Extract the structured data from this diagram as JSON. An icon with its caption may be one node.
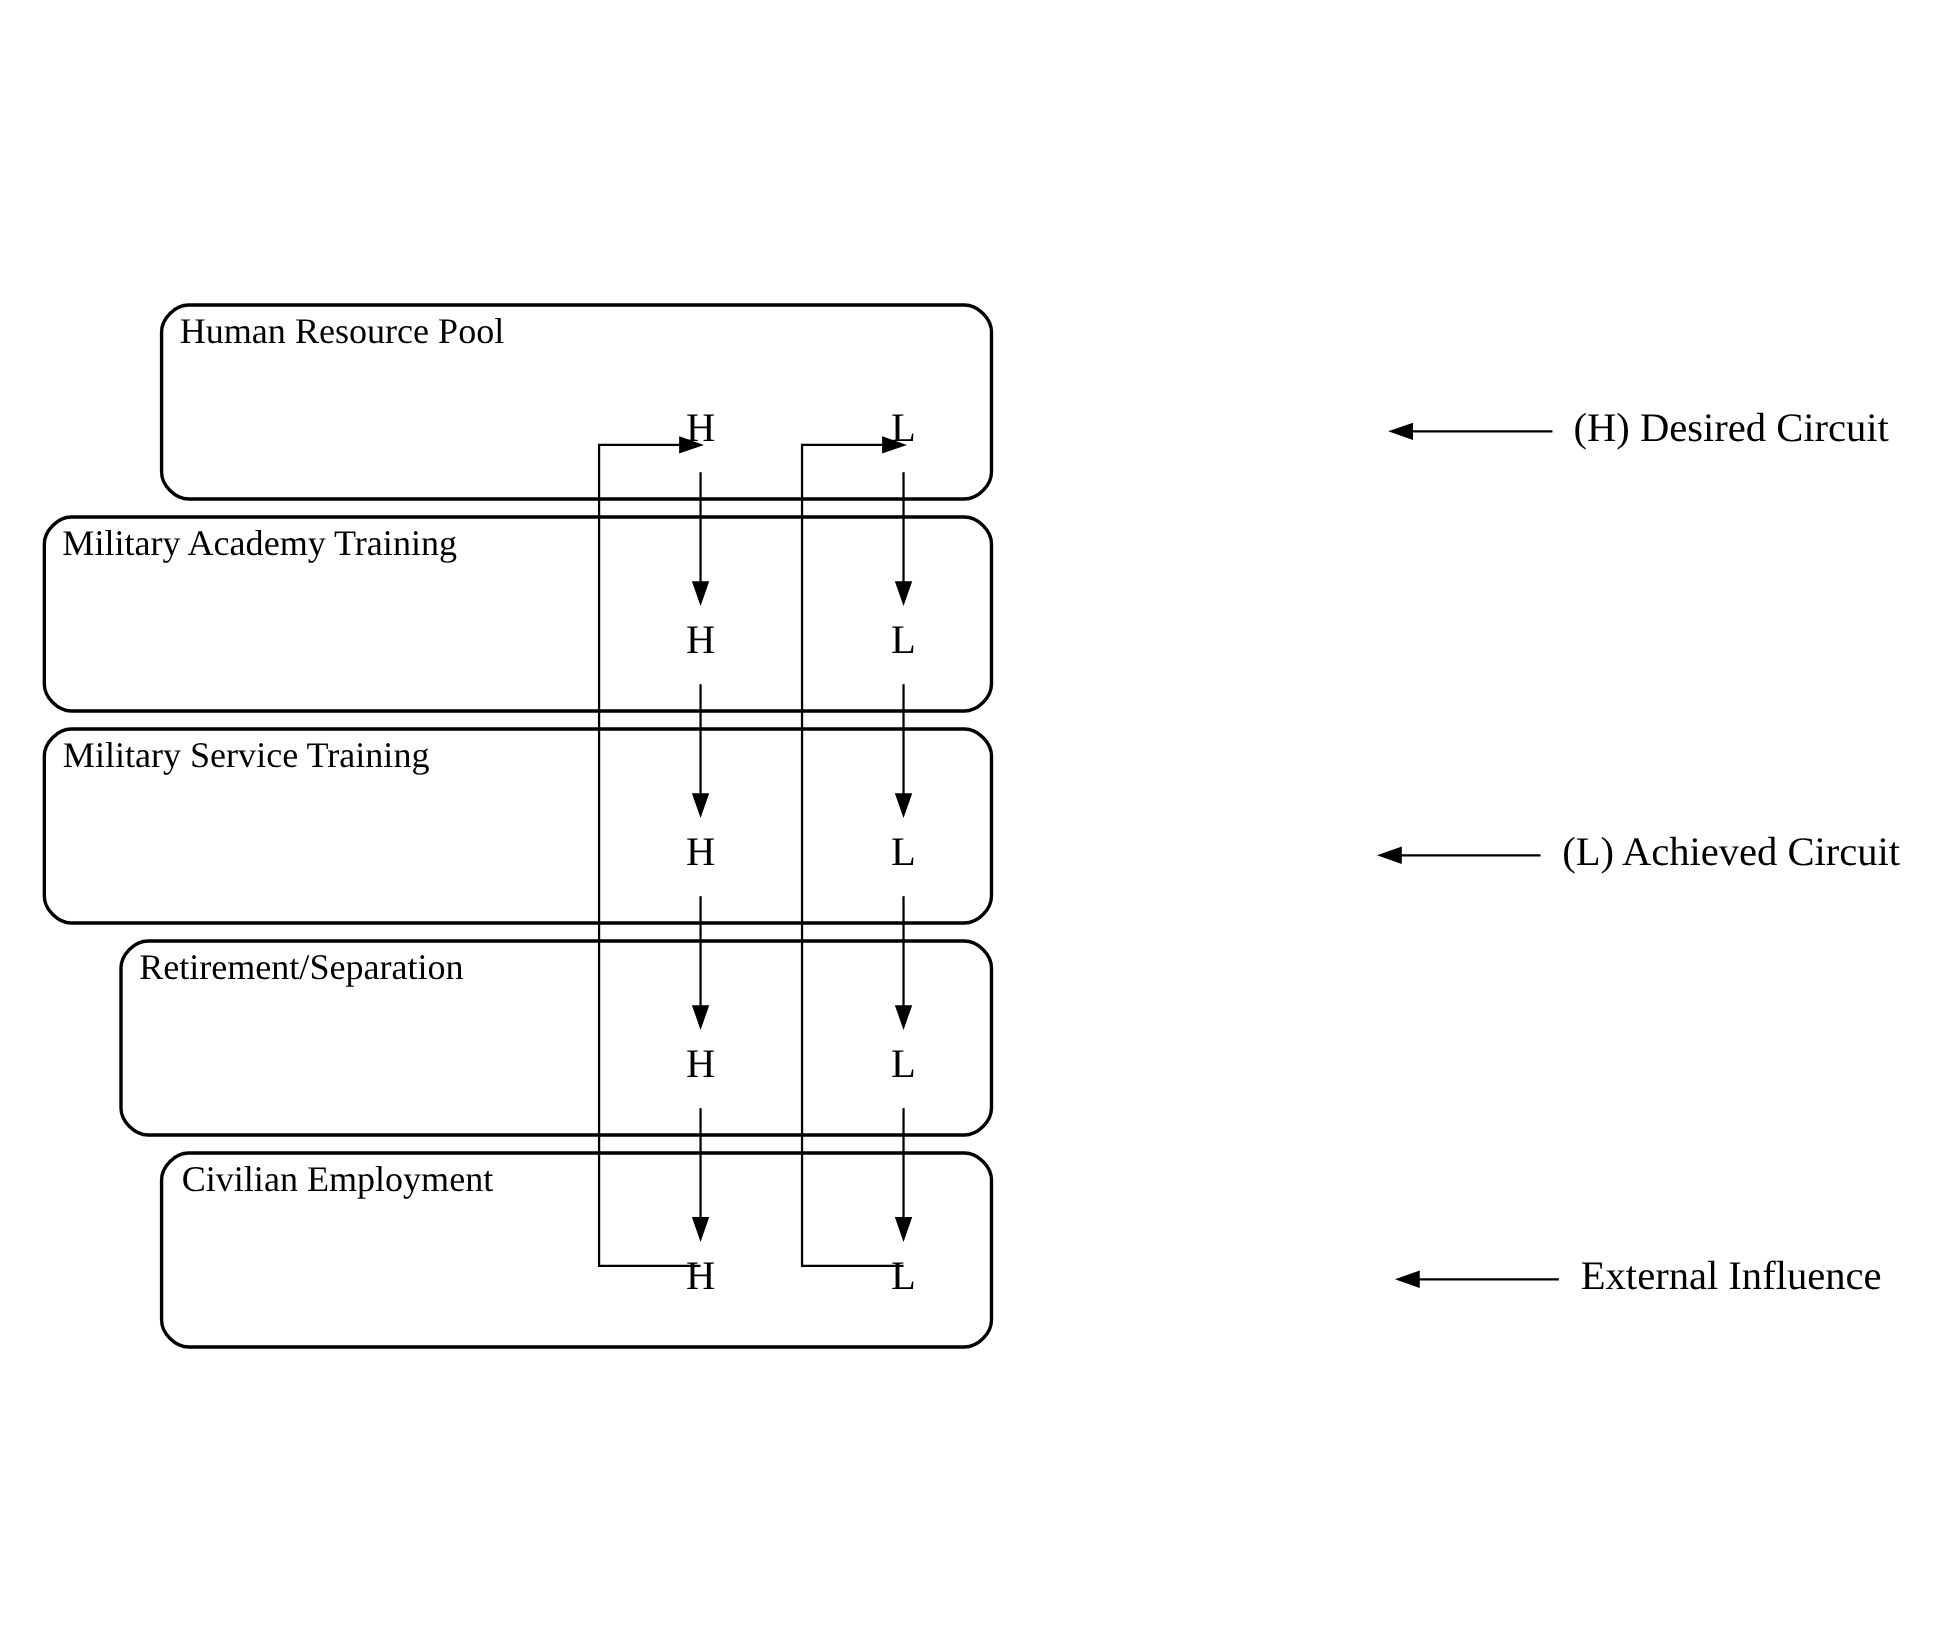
{
  "diagram": {
    "nodes": [
      {
        "text": [
          "Human Resource Pool"
        ]
      },
      {
        "text": [
          "H"
        ],
        "in": 0
      },
      {
        "text": [
          "L"
        ],
        "in": 0
      },
      {
        "text": [
          "Military Academy Training"
        ]
      },
      {
        "text": [
          "H"
        ],
        "in": 3
      },
      {
        "text": [
          "L"
        ],
        "in": 3
      },
      {
        "text": [
          "Military Service Training"
        ]
      },
      {
        "text": [
          "H"
        ],
        "in": 6
      },
      {
        "text": [
          "L"
        ],
        "in": 6
      },
      {
        "text": [
          "Retirement/Separation"
        ]
      },
      {
        "text": [
          "H"
        ],
        "in": 9
      },
      {
        "text": [
          "L"
        ],
        "in": 9
      },
      {
        "text": [
          "Civilian Employment"
        ]
      },
      {
        "text": [
          "H"
        ],
        "in": 12
      },
      {
        "text": [
          "L"
        ],
        "in": 12
      },
      {
        "text": [
          "(H) Desired Circuit"
        ]
      },
      {
        "text": [
          "(L) Achieved Circuit"
        ]
      },
      {
        "text": [
          "External Influence"
        ]
      }
    ],
    "edges": [
      {
        "from": 1,
        "to": 4,
        "arrow": "to"
      },
      {
        "from": 2,
        "to": 5,
        "arrow": "to"
      },
      {
        "from": 4,
        "to": 7,
        "arrow": "to"
      },
      {
        "from": 5,
        "to": 8,
        "arrow": "to"
      },
      {
        "from": 7,
        "to": 10,
        "arrow": "to"
      },
      {
        "from": 8,
        "to": 11,
        "arrow": "to"
      },
      {
        "from": 10,
        "to": 13,
        "arrow": "to"
      },
      {
        "from": 11,
        "to": 14,
        "arrow": "to"
      },
      {
        "from": 13,
        "to": 1,
        "arrow": "to"
      },
      {
        "from": 14,
        "to": 2,
        "arrow": "to"
      },
      {
        "from": 15,
        "to": null,
        "arrow": "to"
      },
      {
        "from": 16,
        "to": null,
        "arrow": "to"
      },
      {
        "from": 17,
        "to": null,
        "arrow": "to"
      }
    ]
  }
}
